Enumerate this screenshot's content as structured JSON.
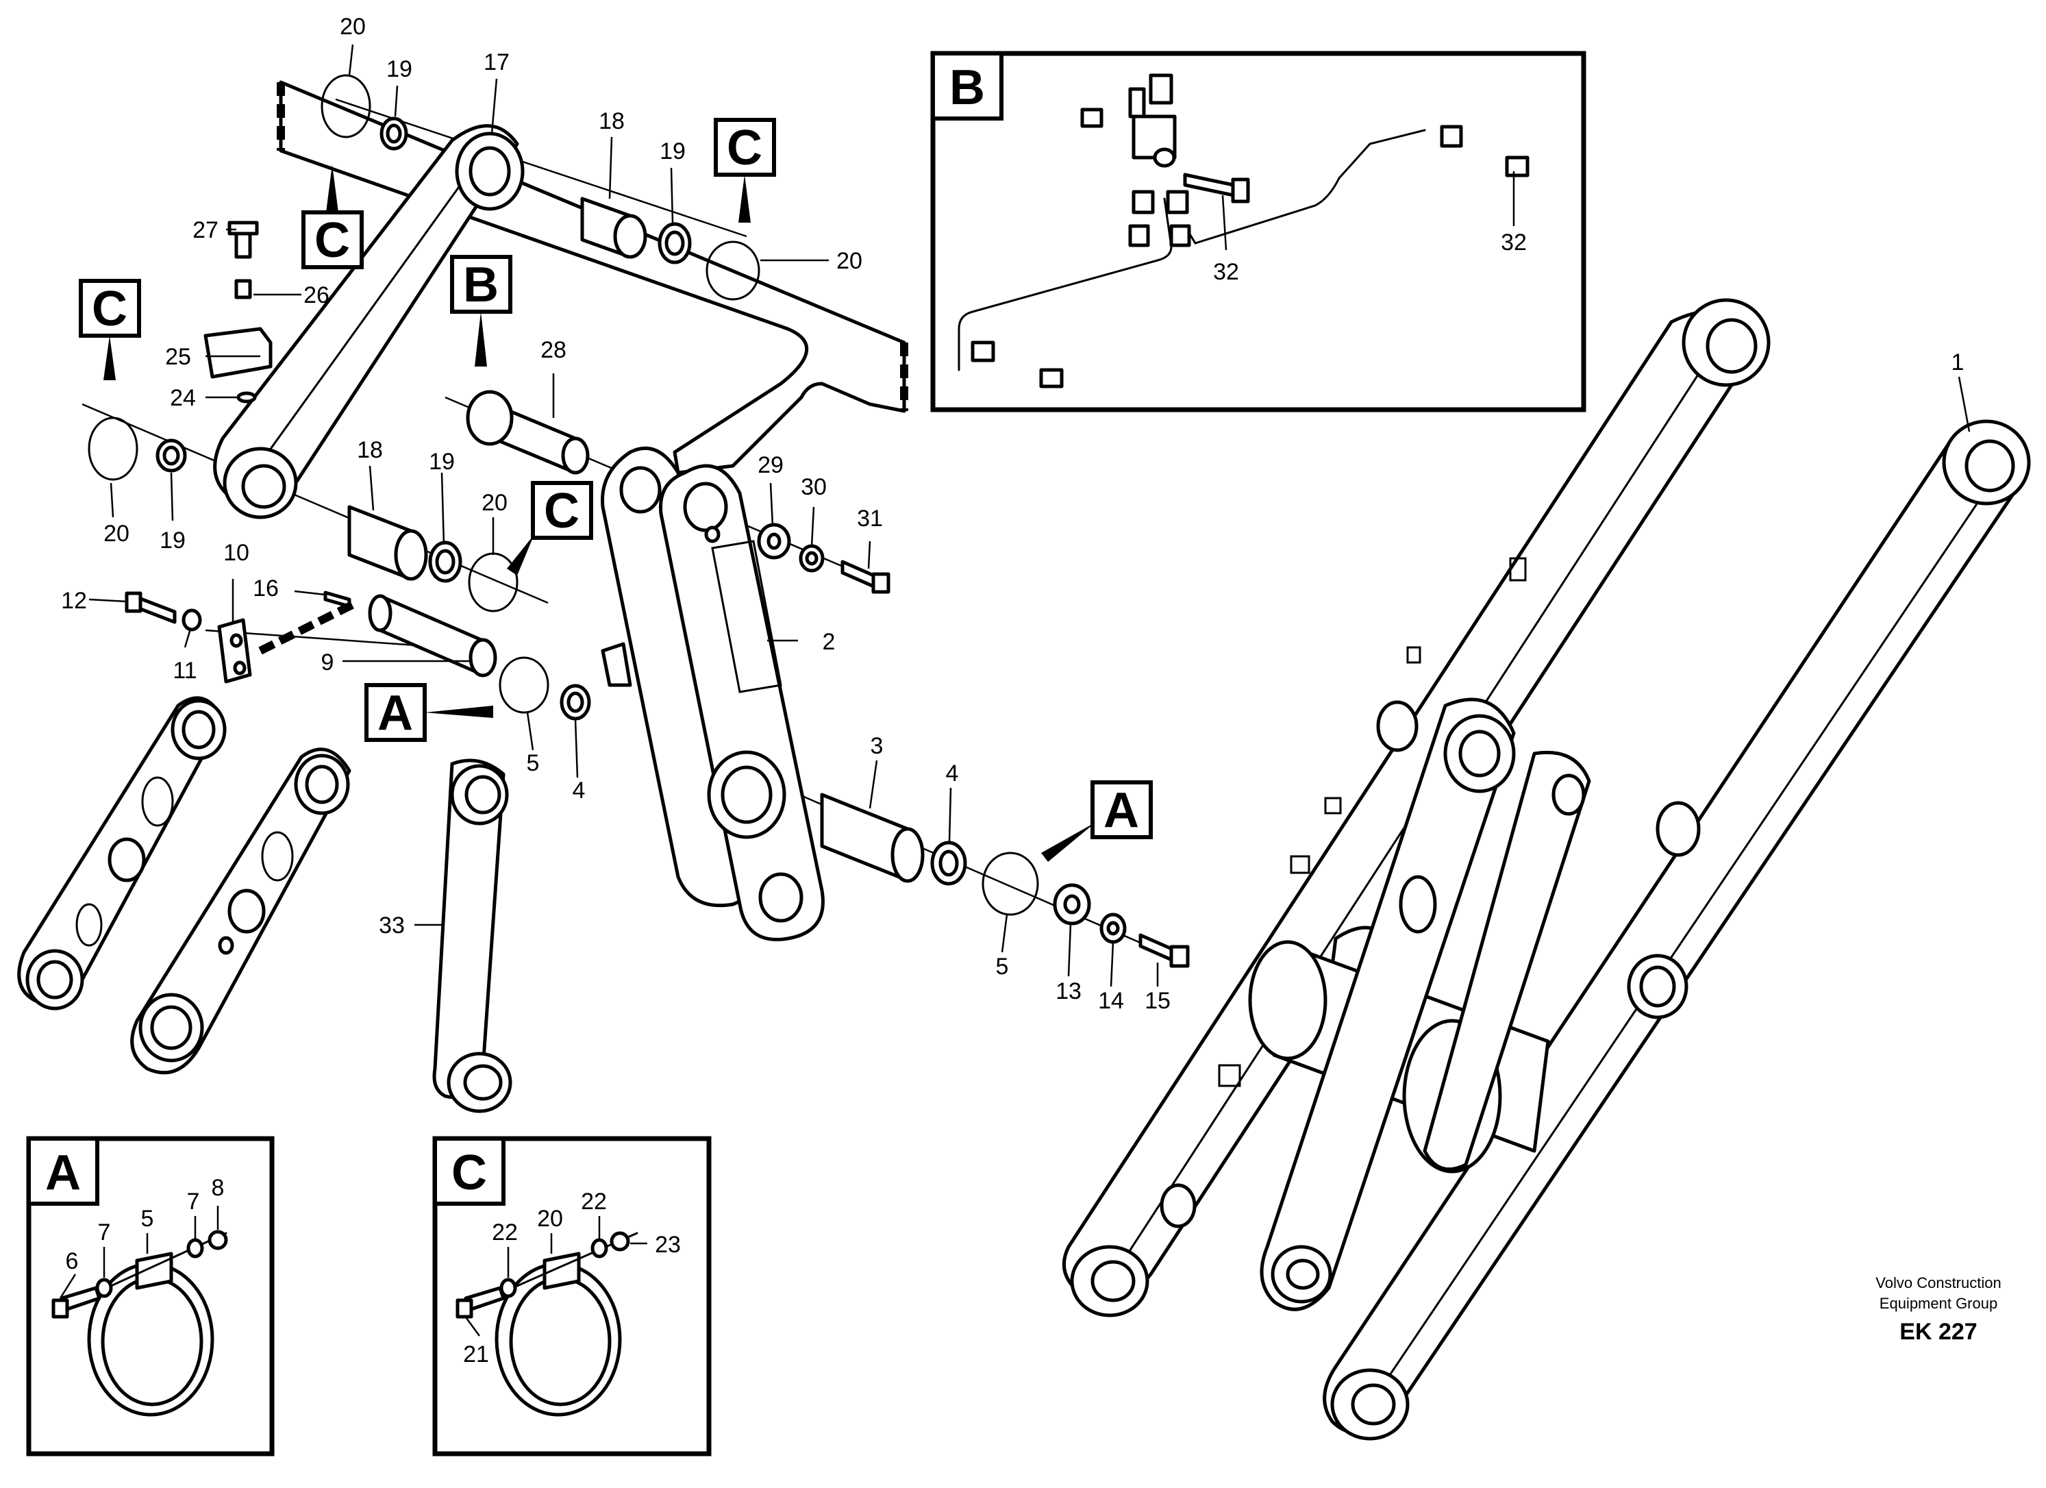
{
  "part_numbers": {
    "n1": "1",
    "n2": "2",
    "n3": "3",
    "n4a": "4",
    "n4b": "4",
    "n5a": "5",
    "n5b": "5",
    "n9": "9",
    "n10": "10",
    "n11": "11",
    "n12": "12",
    "n13": "13",
    "n14": "14",
    "n15": "15",
    "n16": "16",
    "n17": "17",
    "n18a": "18",
    "n18b": "18",
    "n19a": "19",
    "n19b": "19",
    "n19c": "19",
    "n19d": "19",
    "n20a": "20",
    "n20b": "20",
    "n20c": "20",
    "n20d": "20",
    "n24": "24",
    "n25": "25",
    "n26": "26",
    "n27": "27",
    "n28": "28",
    "n29": "29",
    "n30": "30",
    "n31": "31",
    "n32a": "32",
    "n32b": "32",
    "n33": "33"
  },
  "callouts": {
    "a1": "A",
    "a2": "A",
    "b1": "B",
    "c1": "C",
    "c2": "C",
    "c3": "C",
    "c4": "C"
  },
  "detail_a": {
    "title": "A",
    "numbers": {
      "n5": "5",
      "n6": "6",
      "n7a": "7",
      "n7b": "7",
      "n8": "8"
    }
  },
  "detail_b": {
    "title": "B",
    "numbers": {
      "n32a": "32",
      "n32b": "32"
    }
  },
  "detail_c": {
    "title": "C",
    "numbers": {
      "n20": "20",
      "n21": "21",
      "n22a": "22",
      "n22b": "22",
      "n23": "23"
    }
  },
  "credit": {
    "line1": "Volvo Construction",
    "line2": "Equipment Group",
    "code": "EK 227"
  }
}
